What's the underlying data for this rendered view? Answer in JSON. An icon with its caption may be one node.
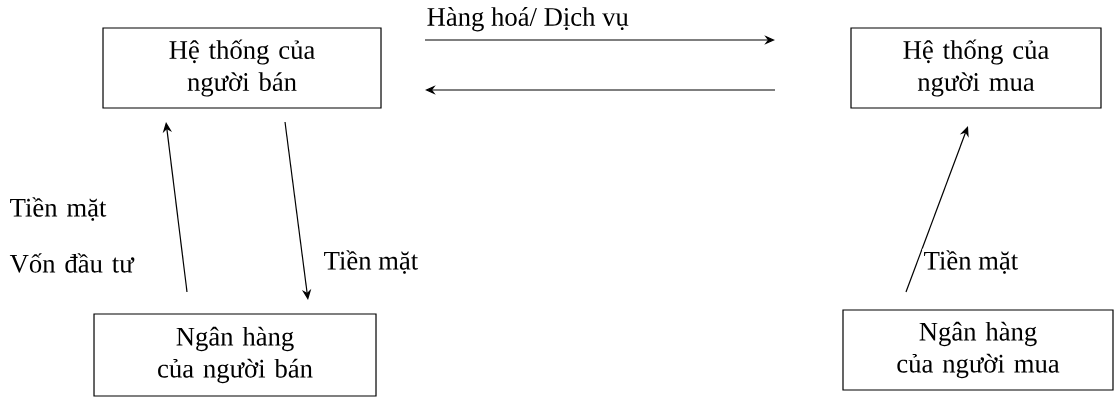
{
  "diagram": {
    "nodes": [
      {
        "text": [
          "Hệ thống của người bán"
        ]
      },
      {
        "text": [
          "Hệ thống của người mua"
        ]
      },
      {
        "text": [
          "Ngân hàng của người bán"
        ]
      },
      {
        "text": [
          "Ngân hàng của người mua"
        ]
      }
    ],
    "edges": [
      {
        "from": 0,
        "to": 1,
        "arrow": "to",
        "label": "Hàng hoá/ Dịch vụ"
      },
      {
        "from": 1,
        "to": 0,
        "arrow": "to"
      },
      {
        "from": 2,
        "to": 0,
        "arrow": "to",
        "label": "Tiền mặt Vốn đầu tư"
      },
      {
        "from": 0,
        "to": 2,
        "arrow": "to",
        "label": "Tiền mặt"
      },
      {
        "from": 3,
        "to": 1,
        "arrow": "to",
        "label": "Tiền mặt"
      }
    ]
  }
}
